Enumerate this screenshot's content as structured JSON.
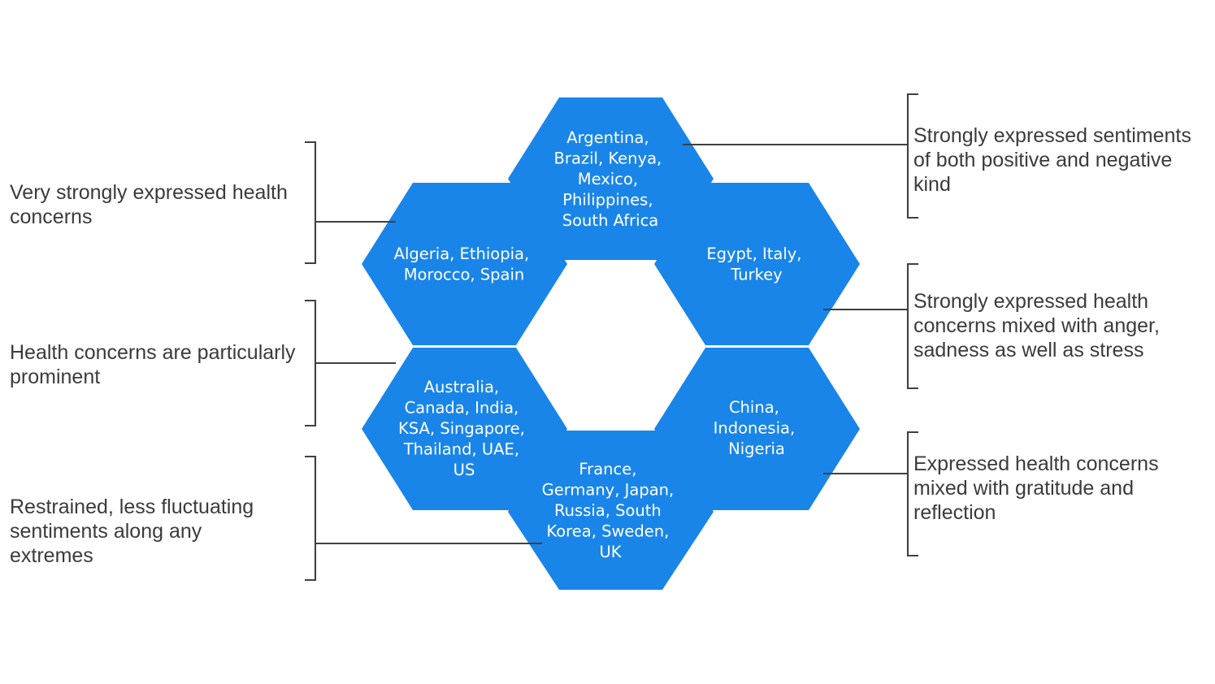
{
  "diagram": {
    "type": "honeycomb-cluster",
    "title": "",
    "hex_color": "#1a85e8",
    "line_color": "#404040",
    "text_color": "#3b3b3b",
    "hex_text_color": "#ffffff",
    "background": "#ffffff"
  },
  "hexagons": [
    {
      "id": "hex-top",
      "position": "top-center",
      "countries": [
        "Argentina",
        "Brazil",
        "Kenya",
        "Mexico",
        "Philippines",
        "South Africa"
      ],
      "lines": [
        "Argentina,",
        "Brazil, Kenya,",
        "Mexico,",
        "Philippines,",
        "South Africa"
      ],
      "text": "Argentina,\nBrazil, Kenya,\nMexico,\nPhilippines,\nSouth Africa"
    },
    {
      "id": "hex-upper-left",
      "position": "upper-left",
      "countries": [
        "Algeria",
        "Ethiopia",
        "Morocco",
        "Spain"
      ],
      "lines": [
        "Algeria, Ethiopia,",
        "Morocco, Spain"
      ],
      "text": "Algeria, Ethiopia,\nMorocco, Spain"
    },
    {
      "id": "hex-upper-right",
      "position": "upper-right",
      "countries": [
        "Egypt",
        "Italy",
        "Turkey"
      ],
      "lines": [
        "Egypt, Italy,",
        "Turkey"
      ],
      "text": "Egypt, Italy,\nTurkey"
    },
    {
      "id": "hex-lower-left",
      "position": "lower-left",
      "countries": [
        "Australia",
        "Canada",
        "India",
        "KSA",
        "Singapore",
        "Thailand",
        "UAE",
        "US"
      ],
      "lines": [
        "Australia,",
        "Canada, India,",
        "KSA, Singapore,",
        "Thailand, UAE,",
        "US"
      ],
      "text": "Australia,\nCanada, India,\nKSA, Singapore,\nThailand, UAE,\nUS"
    },
    {
      "id": "hex-lower-right",
      "position": "lower-right",
      "countries": [
        "China",
        "Indonesia",
        "Nigeria"
      ],
      "lines": [
        "China,",
        "Indonesia,",
        "Nigeria"
      ],
      "text": "China,\nIndonesia,\nNigeria"
    },
    {
      "id": "hex-bottom",
      "position": "bottom-center",
      "countries": [
        "France",
        "Germany",
        "Japan",
        "Russia",
        "South Korea",
        "Sweden",
        "UK"
      ],
      "lines": [
        "France,",
        "Germany, Japan,",
        "Russia, South",
        "Korea, Sweden,",
        "UK"
      ],
      "text": "France,\nGermany, Japan,\nRussia, South\nKorea, Sweden,\nUK"
    }
  ],
  "left_labels": [
    {
      "id": "label-left-1",
      "text": "Very strongly expressed health concerns",
      "connects_to": "hex-upper-left"
    },
    {
      "id": "label-left-2",
      "text": "Health concerns are particularly prominent",
      "connects_to": "hex-lower-left"
    },
    {
      "id": "label-left-3",
      "text": "Restrained, less fluctuating sentiments along any extremes",
      "connects_to": "hex-bottom"
    }
  ],
  "right_labels": [
    {
      "id": "label-right-1",
      "text": "Strongly expressed sentiments of both positive and negative kind",
      "connects_to": "hex-top"
    },
    {
      "id": "label-right-2",
      "text": "Strongly expressed health concerns mixed with anger, sadness as well as stress",
      "connects_to": "hex-upper-right"
    },
    {
      "id": "label-right-3",
      "text": "Expressed health concerns mixed with gratitude and reflection",
      "connects_to": "hex-lower-right"
    }
  ]
}
